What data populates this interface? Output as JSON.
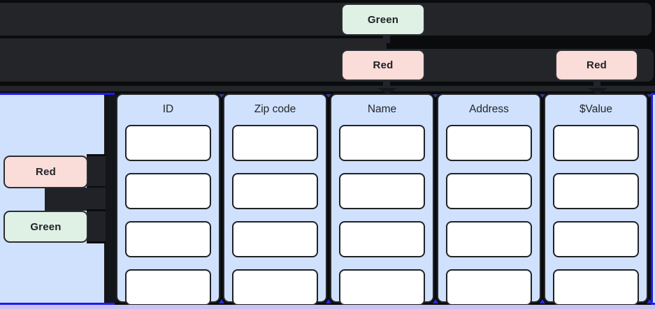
{
  "canvas": {
    "background": "#0a0b0d",
    "lane_color": "#242529",
    "selection_color": "#1f1af2",
    "panel_fill": "#cfe1fc",
    "cell_fill": "#ffffff",
    "red_fill": "#fadcd9",
    "green_fill": "#dff0e4",
    "footer_strip_color": "#c8c3f1"
  },
  "top_section": {
    "lane1_badge": {
      "label": "Green"
    },
    "lane2_badge_1": {
      "label": "Red"
    },
    "lane2_badge_2": {
      "label": "Red"
    }
  },
  "left_panel": {
    "red_badge": {
      "label": "Red"
    },
    "green_badge": {
      "label": "Green"
    }
  },
  "table": {
    "columns": [
      {
        "header": "ID",
        "cells": [
          "",
          "",
          "",
          ""
        ]
      },
      {
        "header": "Zip code",
        "cells": [
          "",
          "",
          "",
          ""
        ]
      },
      {
        "header": "Name",
        "cells": [
          "",
          "",
          "",
          ""
        ]
      },
      {
        "header": "Address",
        "cells": [
          "",
          "",
          "",
          ""
        ]
      },
      {
        "header": "$Value",
        "cells": [
          "",
          "",
          "",
          ""
        ]
      }
    ]
  }
}
